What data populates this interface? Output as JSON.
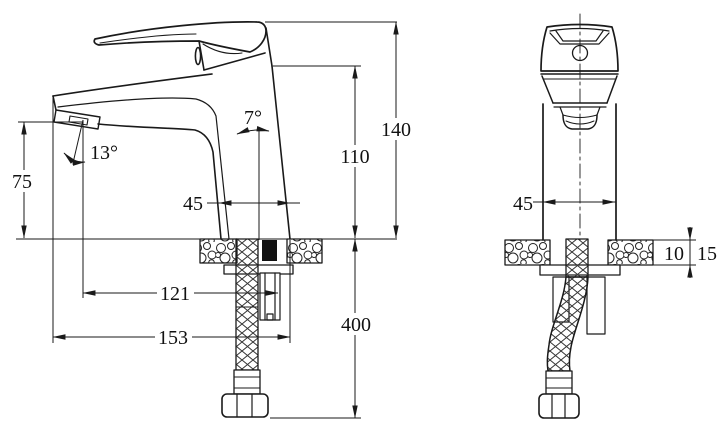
{
  "drawing": {
    "title": "faucet-installation-dimension-drawing",
    "colors": {
      "line": "#1a1a1a",
      "background": "#ffffff"
    },
    "dimensions": {
      "side": {
        "overall_height": "140",
        "spout_height": "110",
        "outlet_height": "75",
        "body_base_width": "45",
        "outlet_angle": "13°",
        "body_tilt_angle": "7°",
        "outlet_to_stud": "121",
        "overall_reach": "153",
        "hose_length": "400"
      },
      "front": {
        "body_base_width": "45",
        "deck_thickness_min": "10",
        "deck_thickness_max": "15"
      }
    }
  }
}
